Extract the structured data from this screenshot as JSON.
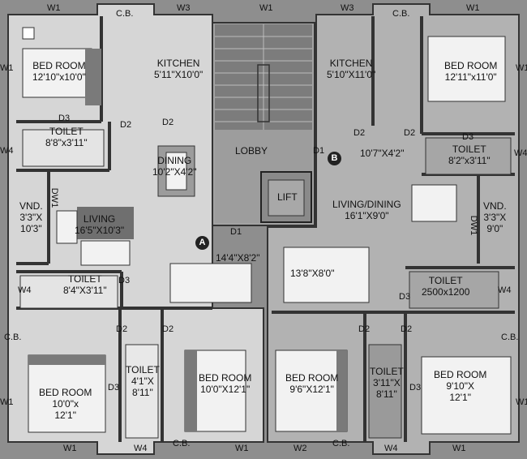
{
  "plan": {
    "windows": {
      "w1": "W1",
      "w2": "W2",
      "w3": "W3",
      "w4": "W4",
      "cb": "C.B.",
      "dw1": "DW1",
      "d1": "D1",
      "d2": "D2",
      "d3": "D3"
    },
    "flat_a": {
      "marker": "A",
      "bed_tl": {
        "name": "BED ROOM",
        "size": "12'10\"x10'0\""
      },
      "kitchen": {
        "name": "KITCHEN",
        "size": "5'11\"X10'0\""
      },
      "toilet_tl": {
        "name": "TOILET",
        "size": "8'8\"x3'11\""
      },
      "dining": {
        "name": "DINING",
        "size": "10'2\"X4'2\""
      },
      "vnd": {
        "name": "VND.",
        "size1": "3'3\"X",
        "size2": "10'3\""
      },
      "living": {
        "name": "LIVING",
        "size": "16'5\"X10'3\""
      },
      "passage": {
        "size": "14'4\"X8'2\""
      },
      "toilet_ml": {
        "name": "TOILET",
        "size": "8'4\"X3'11\""
      },
      "bed_bl": {
        "name": "BED ROOM",
        "size1": "10'0\"x",
        "size2": "12'1\""
      },
      "toilet_bl": {
        "name": "TOILET",
        "size1": "4'1\"X",
        "size2": "8'11\""
      },
      "bed_bc": {
        "name": "BED ROOM",
        "size": "10'0\"X12'1\""
      }
    },
    "core": {
      "lobby": "LOBBY",
      "lift": "LIFT"
    },
    "flat_b": {
      "marker": "B",
      "kitchen": {
        "name": "KITCHEN",
        "size": "5'10\"X11'0\""
      },
      "bed_tr": {
        "name": "BED ROOM",
        "size": "12'11\"x11'0\""
      },
      "passage": {
        "size": "10'7\"X4'2\""
      },
      "toilet_tr": {
        "name": "TOILET",
        "size": "8'2\"x3'11\""
      },
      "living_dining": {
        "name": "LIVING/DINING",
        "size": "16'1\"X9'0\""
      },
      "vnd": {
        "name": "VND.",
        "size1": "3'3\"X",
        "size2": "9'0\""
      },
      "foyer": {
        "size": "13'8\"X8'0\""
      },
      "toilet_mr": {
        "name": "TOILET",
        "size": "2500x1200"
      },
      "bed_bm": {
        "name": "BED ROOM",
        "size": "9'6\"X12'1\""
      },
      "toilet_br": {
        "name": "TOILET",
        "size1": "3'11\"X",
        "size2": "8'11\""
      },
      "bed_br": {
        "name": "BED ROOM",
        "size1": "9'10\"X",
        "size2": "12'1\""
      }
    }
  }
}
